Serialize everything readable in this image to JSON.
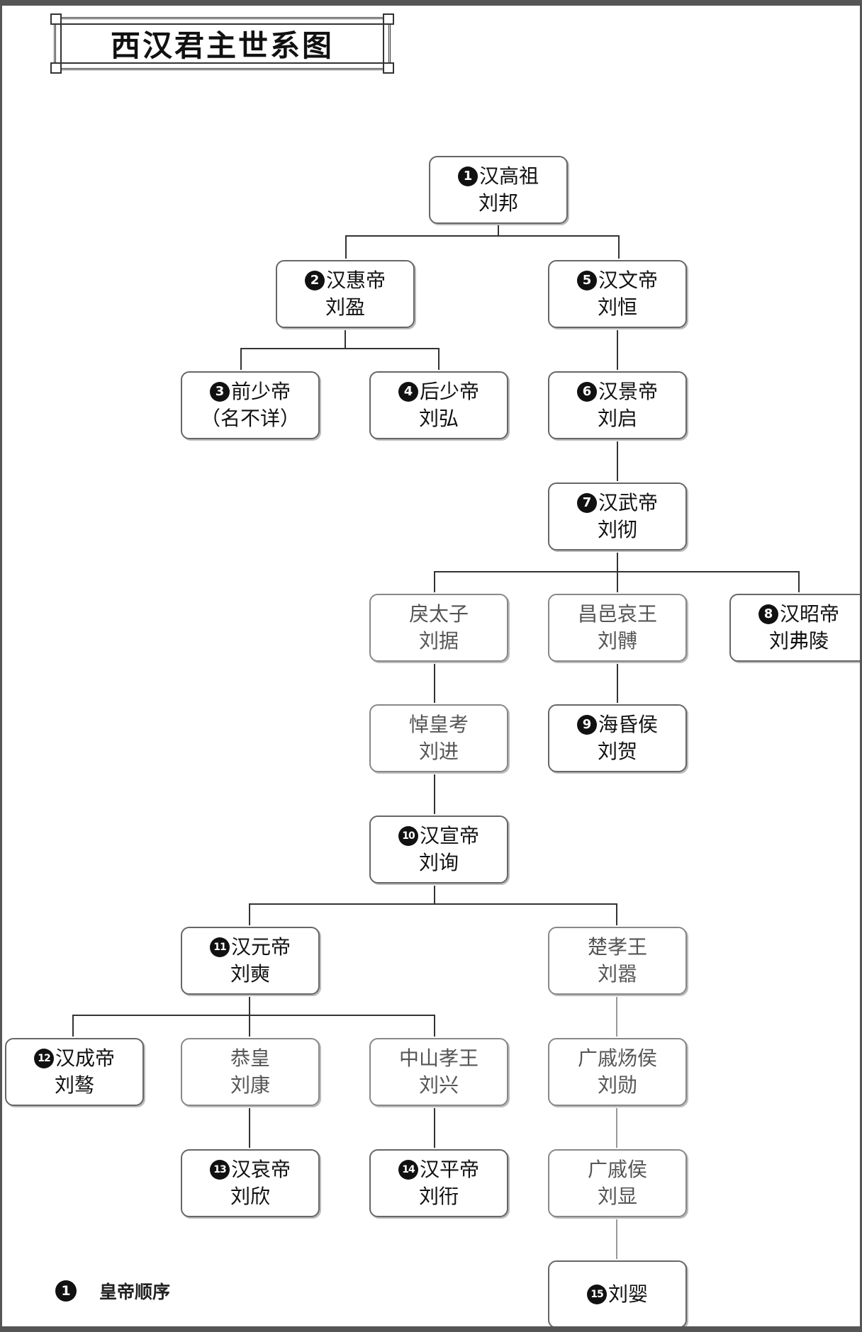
{
  "title": "西汉君主世系图",
  "legend": {
    "badge": "1",
    "text": "皇帝顺序"
  },
  "nodes": {
    "gaozu": {
      "order": "1",
      "title": "汉高祖",
      "name": "刘邦"
    },
    "huidi": {
      "order": "2",
      "title": "汉惠帝",
      "name": "刘盈"
    },
    "wendi": {
      "order": "5",
      "title": "汉文帝",
      "name": "刘恒"
    },
    "qianshao": {
      "order": "3",
      "title": "前少帝",
      "name": "（名不详）"
    },
    "houshao": {
      "order": "4",
      "title": "后少帝",
      "name": "刘弘"
    },
    "jingdi": {
      "order": "6",
      "title": "汉景帝",
      "name": "刘启"
    },
    "wudi": {
      "order": "7",
      "title": "汉武帝",
      "name": "刘彻"
    },
    "lieTaizi": {
      "order": "",
      "title": "戾太子",
      "name": "刘据"
    },
    "changyi": {
      "order": "",
      "title": "昌邑哀王",
      "name": "刘髆"
    },
    "zhaodi": {
      "order": "8",
      "title": "汉昭帝",
      "name": "刘弗陵"
    },
    "daohuang": {
      "order": "",
      "title": "悼皇考",
      "name": "刘进"
    },
    "haihun": {
      "order": "9",
      "title": "海昏侯",
      "name": "刘贺"
    },
    "xuandi": {
      "order": "10",
      "title": "汉宣帝",
      "name": "刘询"
    },
    "yuandi": {
      "order": "11",
      "title": "汉元帝",
      "name": "刘奭"
    },
    "chuxiao": {
      "order": "",
      "title": "楚孝王",
      "name": "刘嚣"
    },
    "chengdi": {
      "order": "12",
      "title": "汉成帝",
      "name": "刘骜"
    },
    "gonghuang": {
      "order": "",
      "title": "恭皇",
      "name": "刘康"
    },
    "zhongshan": {
      "order": "",
      "title": "中山孝王",
      "name": "刘兴"
    },
    "guangqiyang": {
      "order": "",
      "title": "广戚炀侯",
      "name": "刘勋"
    },
    "aidi": {
      "order": "13",
      "title": "汉哀帝",
      "name": "刘欣"
    },
    "pingdi": {
      "order": "14",
      "title": "汉平帝",
      "name": "刘衎"
    },
    "guangqi": {
      "order": "",
      "title": "广戚侯",
      "name": "刘显"
    },
    "ruzi": {
      "order": "15",
      "title": "",
      "name": "刘婴"
    }
  }
}
